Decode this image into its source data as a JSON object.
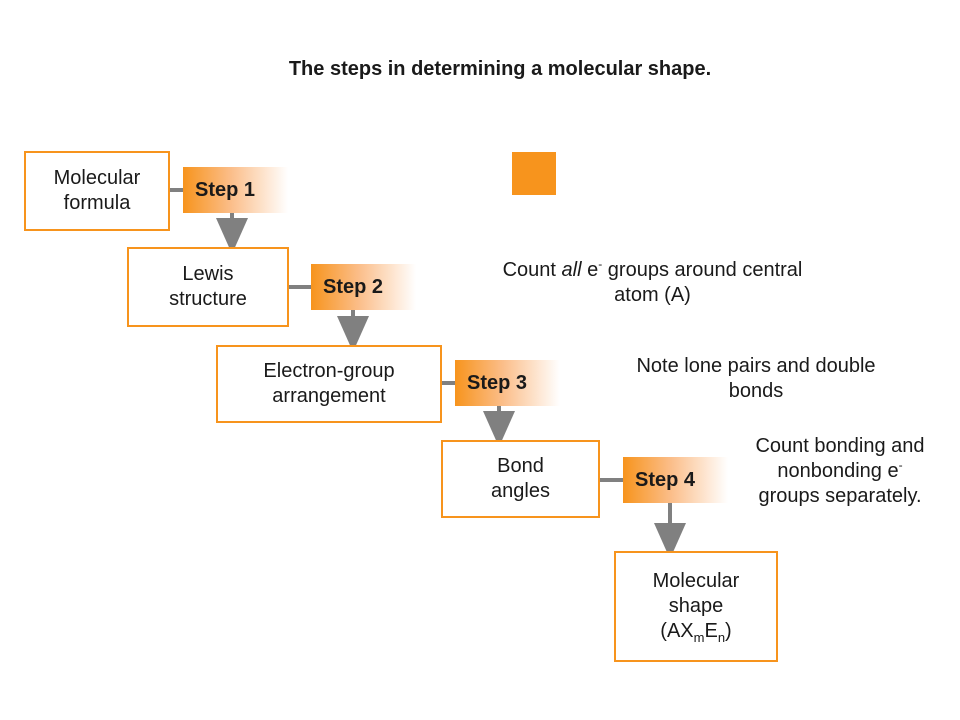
{
  "title": "The steps in determining a molecular shape.",
  "boxes": {
    "molecular_formula": [
      "Molecular",
      "formula"
    ],
    "lewis_structure": [
      "Lewis",
      "structure"
    ],
    "electron_group": [
      "Electron-group",
      "arrangement"
    ],
    "bond_angles": [
      "Bond",
      "angles"
    ],
    "molecular_shape": [
      "Molecular",
      "shape"
    ],
    "shape_formula": {
      "open": "(AX",
      "m": "m",
      "e": "E",
      "n": "n",
      "close": ")"
    }
  },
  "steps": [
    "Step 1",
    "Step 2",
    "Step 3",
    "Step 4"
  ],
  "notes": {
    "step2": {
      "prefix": "Count ",
      "emph": "all",
      "mid": " e",
      "sup": "-",
      "suffix": " groups around central",
      "line2": "atom (A)"
    },
    "step3": {
      "line1": "Note lone pairs and double",
      "line2": "bonds"
    },
    "step4": {
      "line1": "Count bonding and",
      "line2a": "nonbonding e",
      "sup": "-",
      "line3": "groups separately."
    }
  },
  "colors": {
    "accent": "#f7941d",
    "connector": "#808080"
  }
}
